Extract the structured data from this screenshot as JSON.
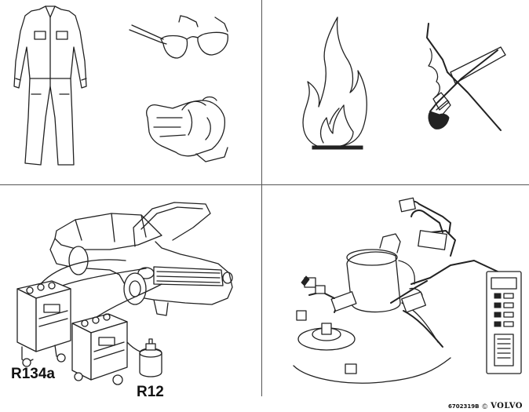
{
  "labels": {
    "r134a": "R134a",
    "r12": "R12"
  },
  "footer": {
    "ref": "6702319B",
    "copyright": "©",
    "brand": "VOLVO"
  },
  "panels": [
    {
      "id": "protective-clothing",
      "icons": [
        "coverall-icon",
        "safety-glasses-icon",
        "gloves-icon"
      ]
    },
    {
      "id": "fire-hazard",
      "icons": [
        "flame-icon",
        "no-smoking-icon"
      ]
    },
    {
      "id": "refrigerant-stations",
      "icons": [
        "car-icon",
        "recovery-station-icon",
        "gas-cylinder-icon"
      ]
    },
    {
      "id": "leak-detection",
      "icons": [
        "ac-components-icon",
        "leak-detector-icon"
      ]
    }
  ]
}
